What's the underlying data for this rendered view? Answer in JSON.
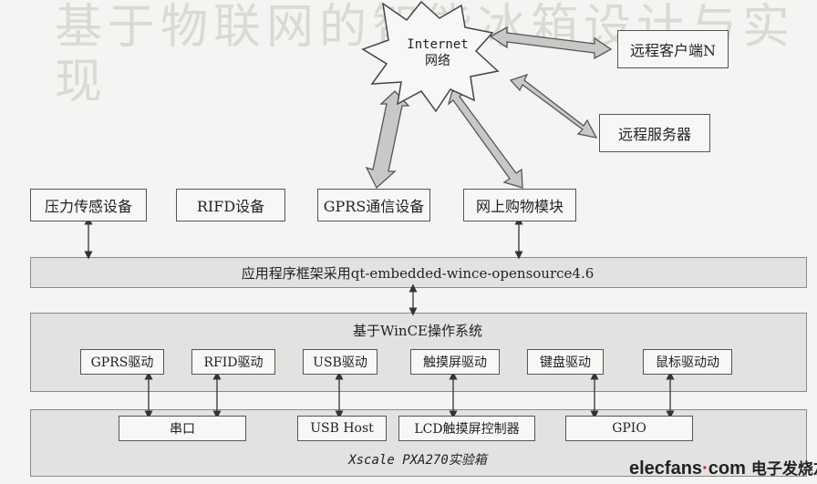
{
  "ghost_title": "基于物联网的智能冰箱设计与实现",
  "cloud": {
    "line1": "Internet",
    "line2": "网络"
  },
  "remote": {
    "client": "远程客户端N",
    "server": "远程服务器"
  },
  "devices": [
    "压力传感设备",
    "RIFD设备",
    "GPRS通信设备",
    "网上购物模块"
  ],
  "app_framework": "应用程序框架采用qt-embedded-wince-opensource4.6",
  "os_layer": {
    "title": "基于WinCE操作系统",
    "drivers": [
      "GPRS驱动",
      "RFID驱动",
      "USB驱动",
      "触摸屏驱动",
      "键盘驱动",
      "鼠标驱动动"
    ]
  },
  "hardware": {
    "title": "Xscale PXA270实验箱",
    "items": [
      "串口",
      "USB Host",
      "LCD触摸屏控制器",
      "GPIO"
    ]
  },
  "logo": {
    "brand_main": "elecfans",
    "brand_dot": "·",
    "brand_tld": "com",
    "brand_cn": "电子发烧友"
  },
  "colors": {
    "bar_fill": "#e2e2e0",
    "box_border": "#555555",
    "arrow_fill": "#c8c8c6"
  }
}
